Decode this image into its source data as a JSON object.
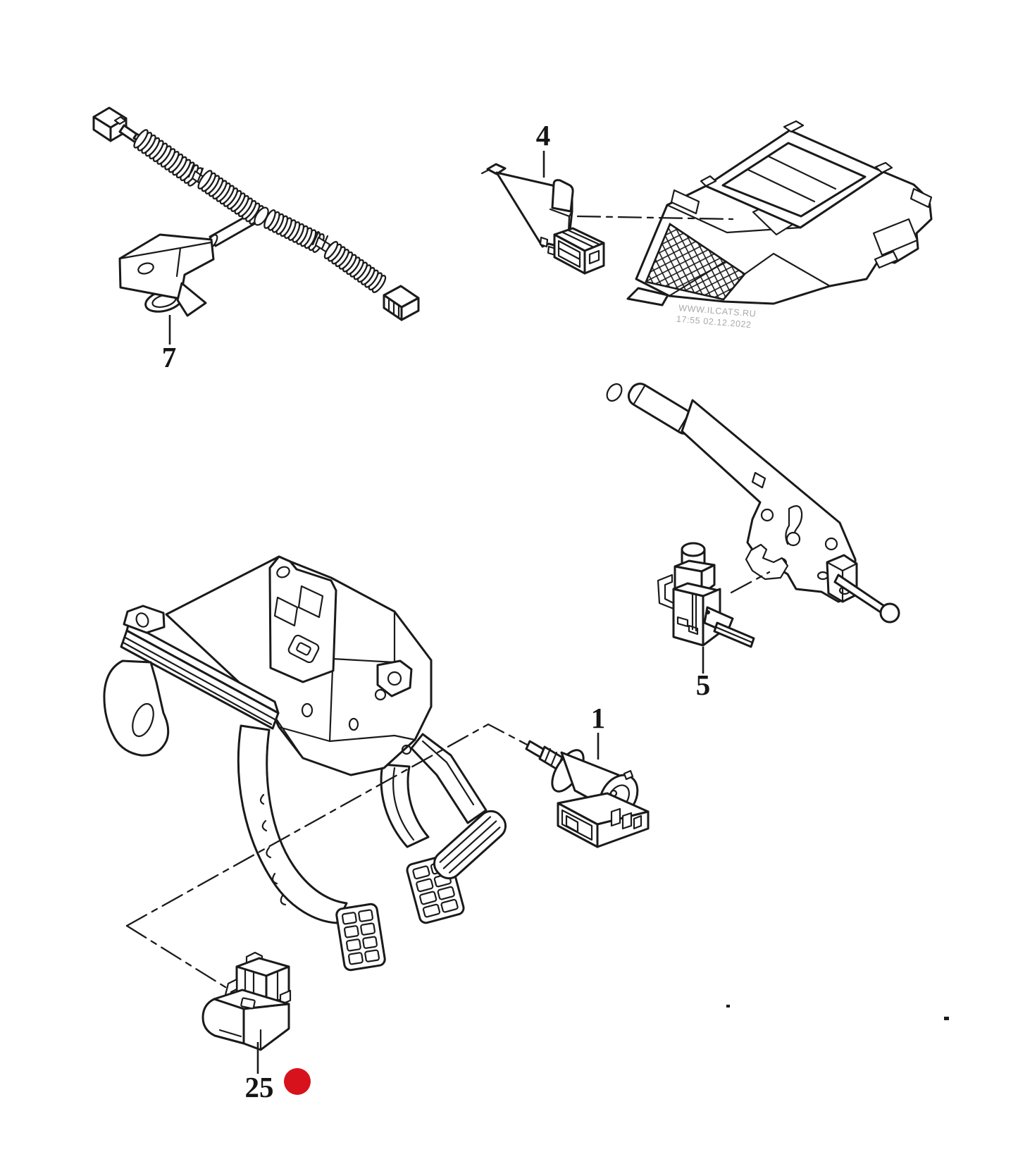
{
  "page": {
    "background": "#ffffff",
    "line_color": "#1a1a1a"
  },
  "callouts": {
    "part7": "7",
    "part4": "4",
    "part5": "5",
    "part1": "1",
    "part25": "25"
  },
  "watermark": {
    "line1": "WWW.ILCATS.RU",
    "line2": "17:55 02.12.2022",
    "color": "#a9a9a9"
  },
  "marker": {
    "color": "#d8121c"
  }
}
